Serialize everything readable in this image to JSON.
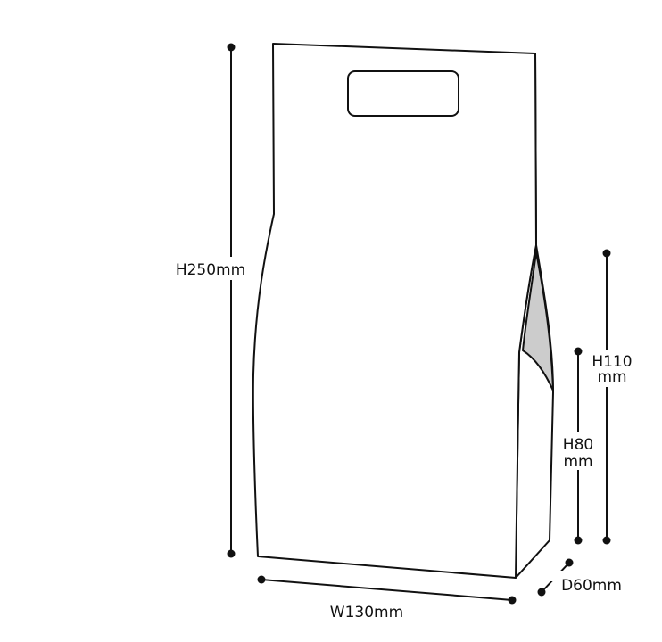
{
  "diagram": {
    "colors": {
      "stroke": "#111111",
      "background": "#ffffff",
      "inner_side": "#cccccc"
    },
    "dimensions": {
      "total_height": "H250mm",
      "side_window_height_line1": "H110",
      "side_window_height_line2": "mm",
      "side_low_height_line1": "H80",
      "side_low_height_line2": "mm",
      "width": "W130mm",
      "depth": "D60mm"
    }
  }
}
